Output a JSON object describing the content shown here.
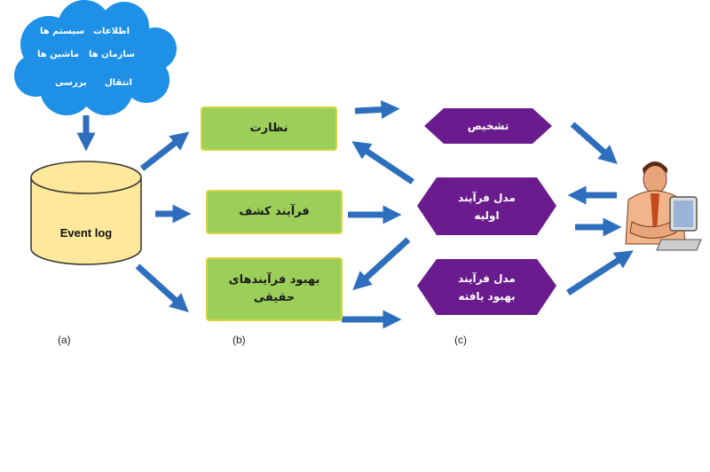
{
  "cloud": {
    "words": [
      "اطلاعات",
      "سیستم ها",
      "سازمان ها",
      "ماشین ها",
      "انتقال",
      "بررسی"
    ]
  },
  "database": {
    "label": "Event log"
  },
  "middle_boxes": {
    "monitoring": "نظارت",
    "discovery": "فرآیند کشف",
    "enhancement_line1": "بهبود فرآیندهای",
    "enhancement_line2": "حقیقی"
  },
  "hexagons": {
    "diagnosis": "تشخیص",
    "initial_model_line1": "مدل فرآیند",
    "initial_model_line2": "اولیه",
    "improved_model_line1": "مدل فرآیند",
    "improved_model_line2": "بهبود یافته"
  },
  "labels": {
    "a": "(a)",
    "b": "(b)",
    "c": "(c)"
  },
  "colors": {
    "cloud": "#1e90e6",
    "database": "#fde89b",
    "green": "#9ccf5a",
    "purple": "#6a1c8e",
    "arrow": "#2e6fbd"
  }
}
